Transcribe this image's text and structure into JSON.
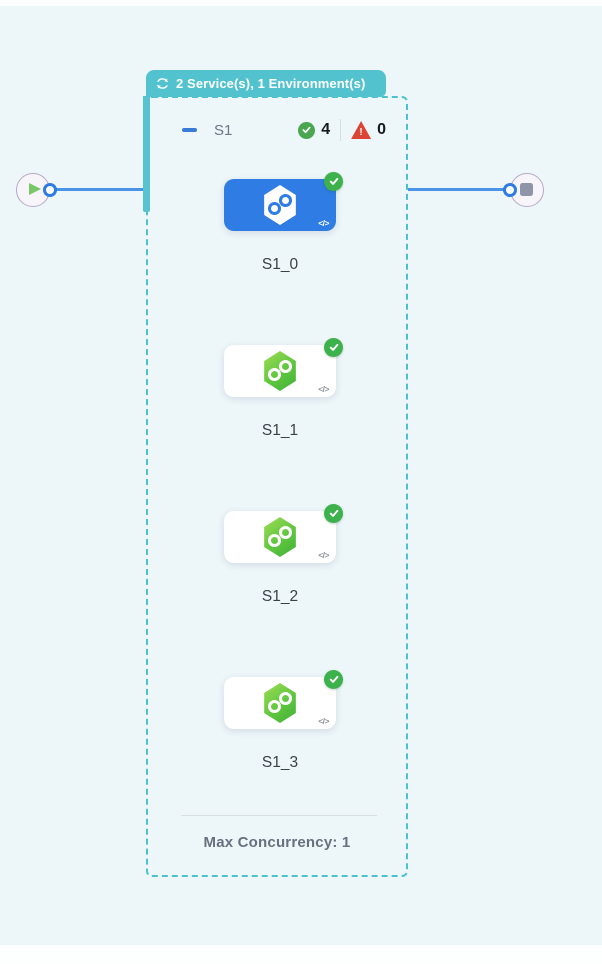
{
  "colors": {
    "background": "#edf6f9",
    "teal_accent": "#52c3ce",
    "blue_accent": "#2e7ce4",
    "edge_blue": "#4b93e6",
    "success_green": "#3db24c",
    "error_red": "#dc4433"
  },
  "badge": {
    "icon": "loop-icon",
    "label": "2 Service(s), 1 Environment(s)"
  },
  "stage": {
    "name": "S1",
    "success_count": "4",
    "error_count": "0",
    "footer": "Max Concurrency: 1",
    "steps": [
      {
        "label": "S1_0",
        "selected": true,
        "status": "success"
      },
      {
        "label": "S1_1",
        "selected": false,
        "status": "success"
      },
      {
        "label": "S1_2",
        "selected": false,
        "status": "success"
      },
      {
        "label": "S1_3",
        "selected": false,
        "status": "success"
      }
    ]
  },
  "icons": {
    "code_glyph": "</>",
    "warning_glyph": "!"
  }
}
